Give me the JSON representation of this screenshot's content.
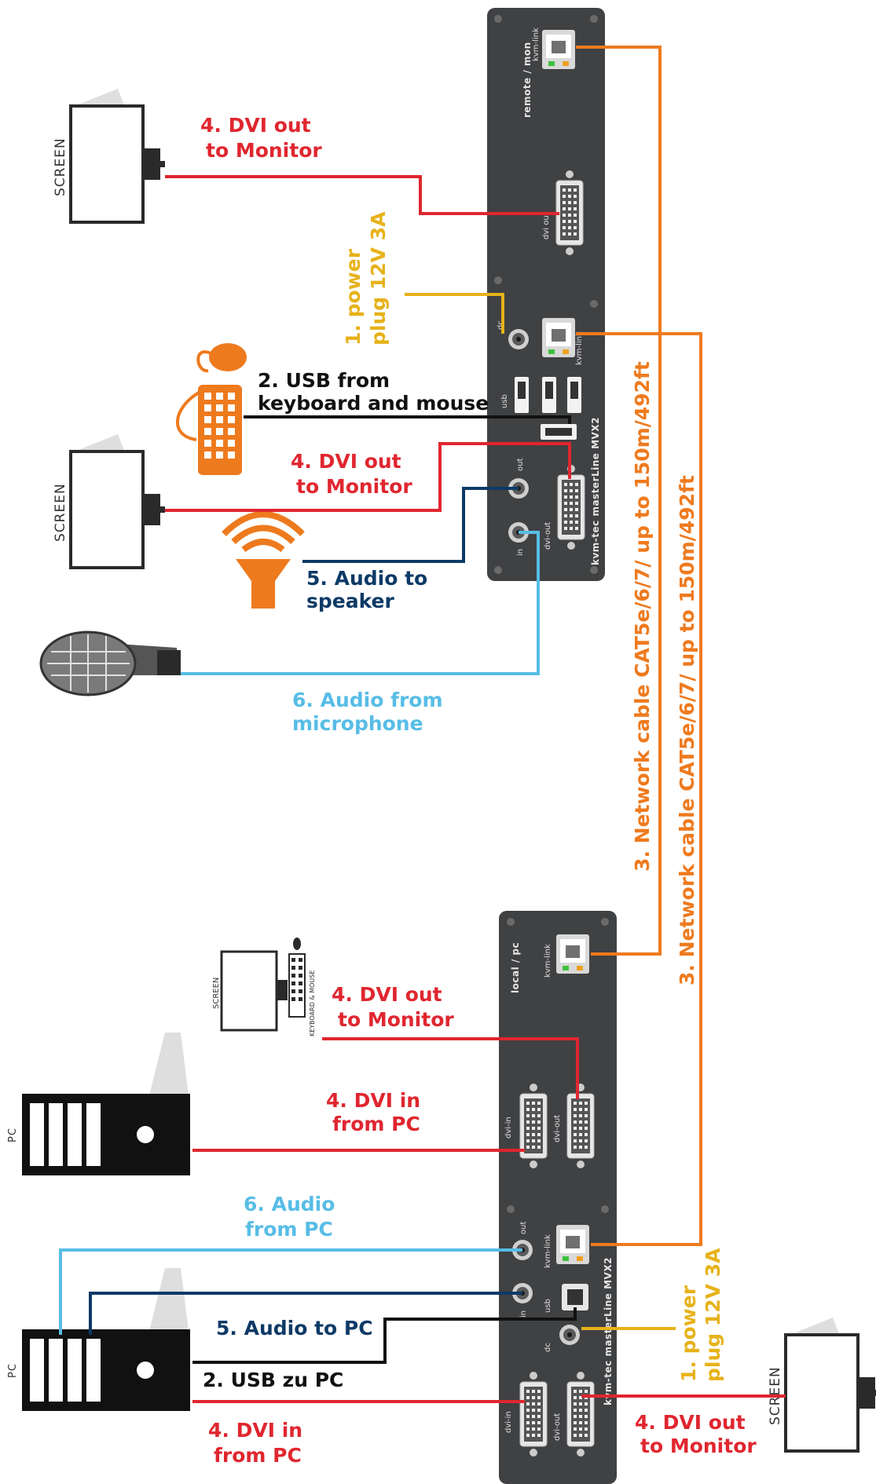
{
  "colors": {
    "red": "#e0262f",
    "orange": "#ee7a1e",
    "yellow": "#e7b219",
    "black": "#111111",
    "navy": "#0d3a66",
    "lightblue": "#57bde6",
    "device": "#404143"
  },
  "icons": [
    "screen-icon",
    "mouse-icon",
    "keyboard-icon",
    "speaker-icon",
    "microphone-icon",
    "pc-icon",
    "rj45-port-icon",
    "dvi-port-icon",
    "usb-port-icon",
    "audio-jack-icon",
    "dc-jack-icon"
  ],
  "remote_unit": {
    "side": "remote / mon",
    "model": "kvm-tec masterLine MVX2",
    "ports": {
      "kvm_link": "kvm-link",
      "dvi_out": "dvi out",
      "dc": "dc",
      "usb": "usb",
      "out": "out",
      "in": "in",
      "dvi_out2": "dvi-out"
    }
  },
  "local_unit": {
    "side": "local / pc",
    "model": "kvm-tec masterLine MVX2",
    "ports": {
      "kvm_link": "kvm-link",
      "dvi_in": "dvi-in",
      "dvi_out": "dvi-out",
      "out": "out",
      "in": "in",
      "usb": "usb",
      "dc": "dc"
    }
  },
  "devices": {
    "screen": "SCREEN",
    "pc": "PC",
    "keyboard_mouse": "KEYBOARD & MOUSE"
  },
  "labels": {
    "dvi_out_1": [
      "4. DVI out",
      "to Monitor"
    ],
    "power_remote": [
      "1. power",
      "plug 12V 3A"
    ],
    "usb_from": [
      "2. USB from",
      "keyboard and mouse"
    ],
    "dvi_out_2": [
      "4. DVI out",
      "to Monitor"
    ],
    "audio_speaker": [
      "5. Audio to",
      "speaker"
    ],
    "audio_mic": [
      "6. Audio from",
      "microphone"
    ],
    "network_1": "3. Network cable CAT5e/6/7/ up to 150m/492ft",
    "network_2": "3. Network cable CAT5e/6/7/ up to 150m/492ft",
    "dvi_out_3": [
      "4. DVI out",
      "to Monitor"
    ],
    "dvi_in_1": [
      "4. DVI in",
      "from PC"
    ],
    "audio_pc_from": [
      "6. Audio",
      "from PC"
    ],
    "audio_to_pc": "5. Audio to PC",
    "usb_to_pc": "2. USB zu PC",
    "dvi_in_2": [
      "4. DVI in",
      "from PC"
    ],
    "power_local": [
      "1. power",
      "plug 12V 3A"
    ],
    "dvi_out_4": [
      "4. DVI out",
      "to Monitor"
    ]
  }
}
